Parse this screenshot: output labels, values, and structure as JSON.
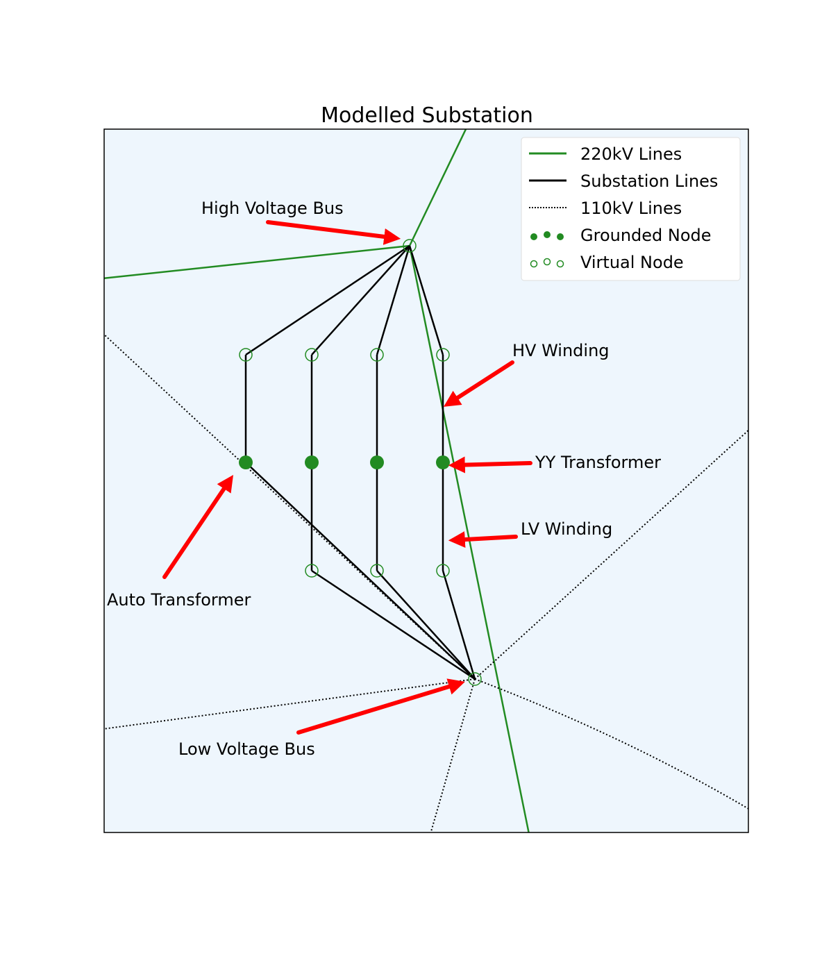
{
  "title": "Modelled Substation",
  "colors": {
    "background": "#eef6fd",
    "line_220kv": "#228b22",
    "substation_line": "#000000",
    "line_110kv": "#000000",
    "grounded_node": "#228b22",
    "virtual_node": "#228b22",
    "arrow": "#ff0000"
  },
  "legend": {
    "items": [
      {
        "label": "220kV Lines",
        "kind": "line-220kv"
      },
      {
        "label": "Substation Lines",
        "kind": "line-substation"
      },
      {
        "label": "110kV Lines",
        "kind": "line-110kv"
      },
      {
        "label": "Grounded Node",
        "kind": "grounded-node"
      },
      {
        "label": "Virtual Node",
        "kind": "virtual-node"
      }
    ]
  },
  "annotations": {
    "high_voltage_bus": "High Voltage Bus",
    "hv_winding": "HV Winding",
    "yy_transformer": "YY Transformer",
    "lv_winding": "LV Winding",
    "auto_transformer": "Auto Transformer",
    "low_voltage_bus": "Low Voltage Bus"
  }
}
